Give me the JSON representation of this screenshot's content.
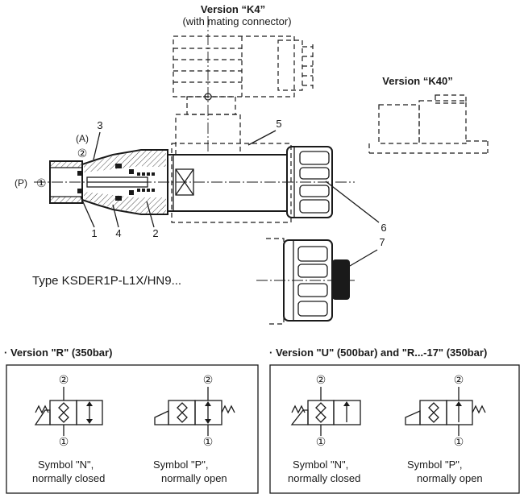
{
  "versions": {
    "k4_title": "Version “K4”",
    "k4_subtitle": "(with mating connector)",
    "k40_title": "Version “K40”"
  },
  "callouts": {
    "a": "(A)",
    "port_a": "②",
    "p": "(P)",
    "port_p": "①",
    "n1": "1",
    "n2": "2",
    "n3": "3",
    "n4": "4",
    "n5": "5",
    "n6": "6",
    "n7": "7"
  },
  "type_label": "Type KSDER1P-L1X/HN9...",
  "panels": [
    {
      "heading": "· Version \"R\" (350bar)",
      "symbols": [
        {
          "port_top": "②",
          "port_bottom": "①",
          "line1": "Symbol \"N\",",
          "line2": "normally closed"
        },
        {
          "port_top": "②",
          "port_bottom": "①",
          "line1": "Symbol \"P\",",
          "line2": "normally open"
        }
      ]
    },
    {
      "heading": "· Version \"U\" (500bar) and \"R...-17\" (350bar)",
      "symbols": [
        {
          "port_top": "②",
          "port_bottom": "①",
          "line1": "Symbol \"N\",",
          "line2": "normally closed"
        },
        {
          "port_top": "②",
          "port_bottom": "①",
          "line1": "Symbol \"P\",",
          "line2": "normally open"
        }
      ]
    }
  ]
}
